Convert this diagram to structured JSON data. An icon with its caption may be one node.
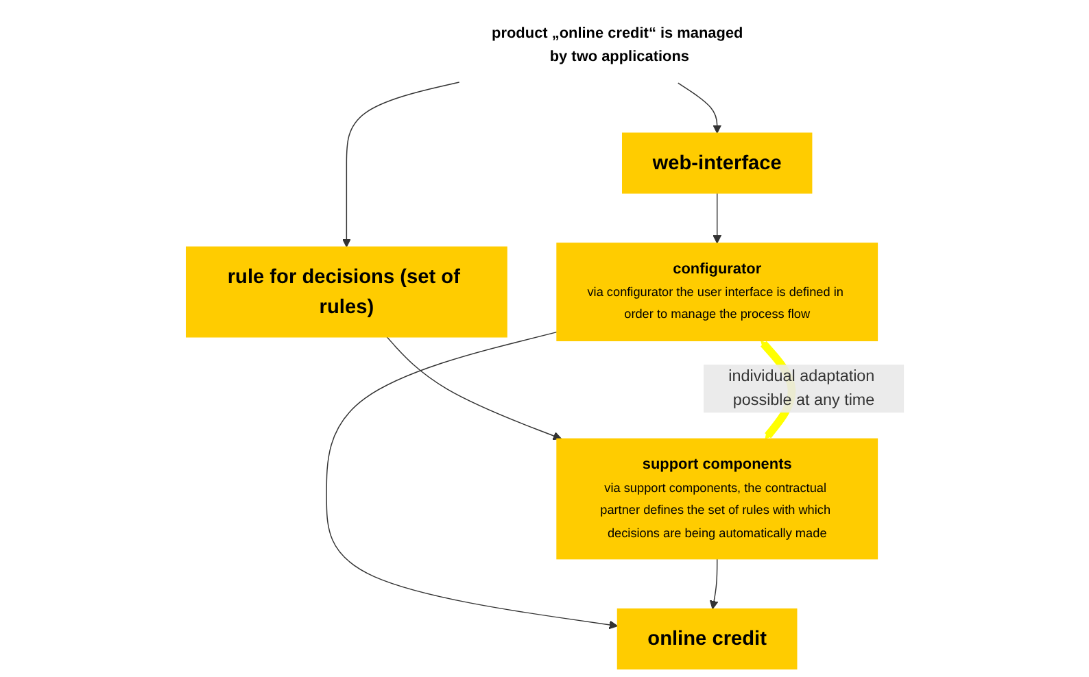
{
  "diagram": {
    "nodes": [
      {
        "text": [
          "web-interface"
        ]
      },
      {
        "text": [
          "product „online credit“ is managed by two applications"
        ]
      },
      {
        "text": [
          "rule for decisions (set of rules)"
        ]
      },
      {
        "text": [
          "configurator",
          "via configurator the user interface is defined in order to manage the process flow"
        ]
      },
      {
        "text": [
          "support components",
          "via support components, the contractual partner defines the set of rules with which decisions are being automatically made"
        ]
      },
      {
        "text": [
          "online credit"
        ]
      }
    ],
    "edges": [
      {
        "from": 1,
        "to": 0,
        "arrow": "to"
      },
      {
        "from": 1,
        "to": 2,
        "arrow": "to"
      },
      {
        "from": 0,
        "to": 3,
        "arrow": "to"
      },
      {
        "from": 2,
        "to": 4,
        "arrow": "to"
      },
      {
        "from": 3,
        "to": 4,
        "arrow": "both",
        "label": "individual adaptation possible at any time",
        "style": "thick",
        "color": "#ffff00"
      },
      {
        "from": 3,
        "to": 5,
        "arrow": "to"
      },
      {
        "from": 4,
        "to": 5,
        "arrow": "to"
      }
    ]
  }
}
